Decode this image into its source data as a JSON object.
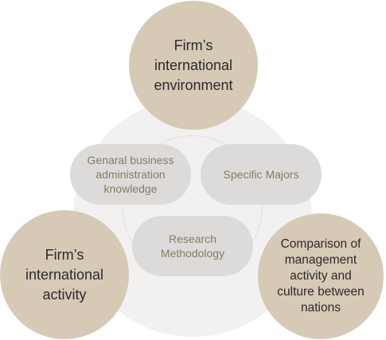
{
  "diagram": {
    "outer_circles": {
      "top": "Firm’s\ninternational\nenvironment",
      "left": "Firm’s\ninternational\nactivity",
      "right": "Comparison of\nmanagement\nactivity and\nculture between\nnations"
    },
    "inner_pills": {
      "general": "Genaral business\nadministration\nknowledge",
      "specific": "Specific Majors",
      "research": "Research\nMethodology"
    }
  },
  "colors": {
    "outer_circle_fill": "#d6c9b6",
    "pill_fill": "#dcdbd9",
    "pill_text": "#8a7a63",
    "background_circle": "#f2f1f0"
  }
}
